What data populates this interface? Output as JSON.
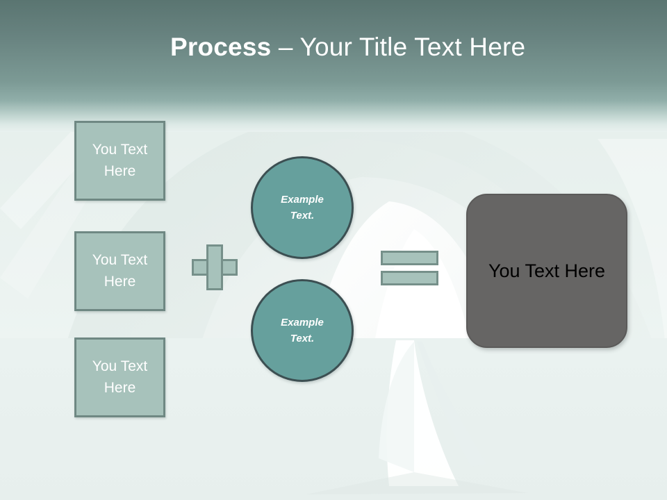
{
  "slide": {
    "title": {
      "strong": "Process",
      "rest": " – Your Title Text Here"
    },
    "theme": {
      "header_gradient_top": "#5a7571",
      "header_gradient_bottom": "#90aea9",
      "background": "#e9f1ef",
      "sage_fill": "#a7c2bb",
      "sage_border": "#6f8883",
      "teal_fill": "#66a09d",
      "teal_border": "#3c4f52",
      "result_fill": "#666564",
      "title_color": "#ffffff",
      "result_text_color": "#000000"
    }
  },
  "inputs": [
    {
      "label": "You Text\nHere"
    },
    {
      "label": "You Text\nHere"
    },
    {
      "label": "You Text\nHere"
    }
  ],
  "operators": {
    "plus": "+",
    "equals": "="
  },
  "circles": [
    {
      "label": "Example\nText."
    },
    {
      "label": "Example\nText."
    }
  ],
  "result": {
    "label": "You Text Here"
  }
}
